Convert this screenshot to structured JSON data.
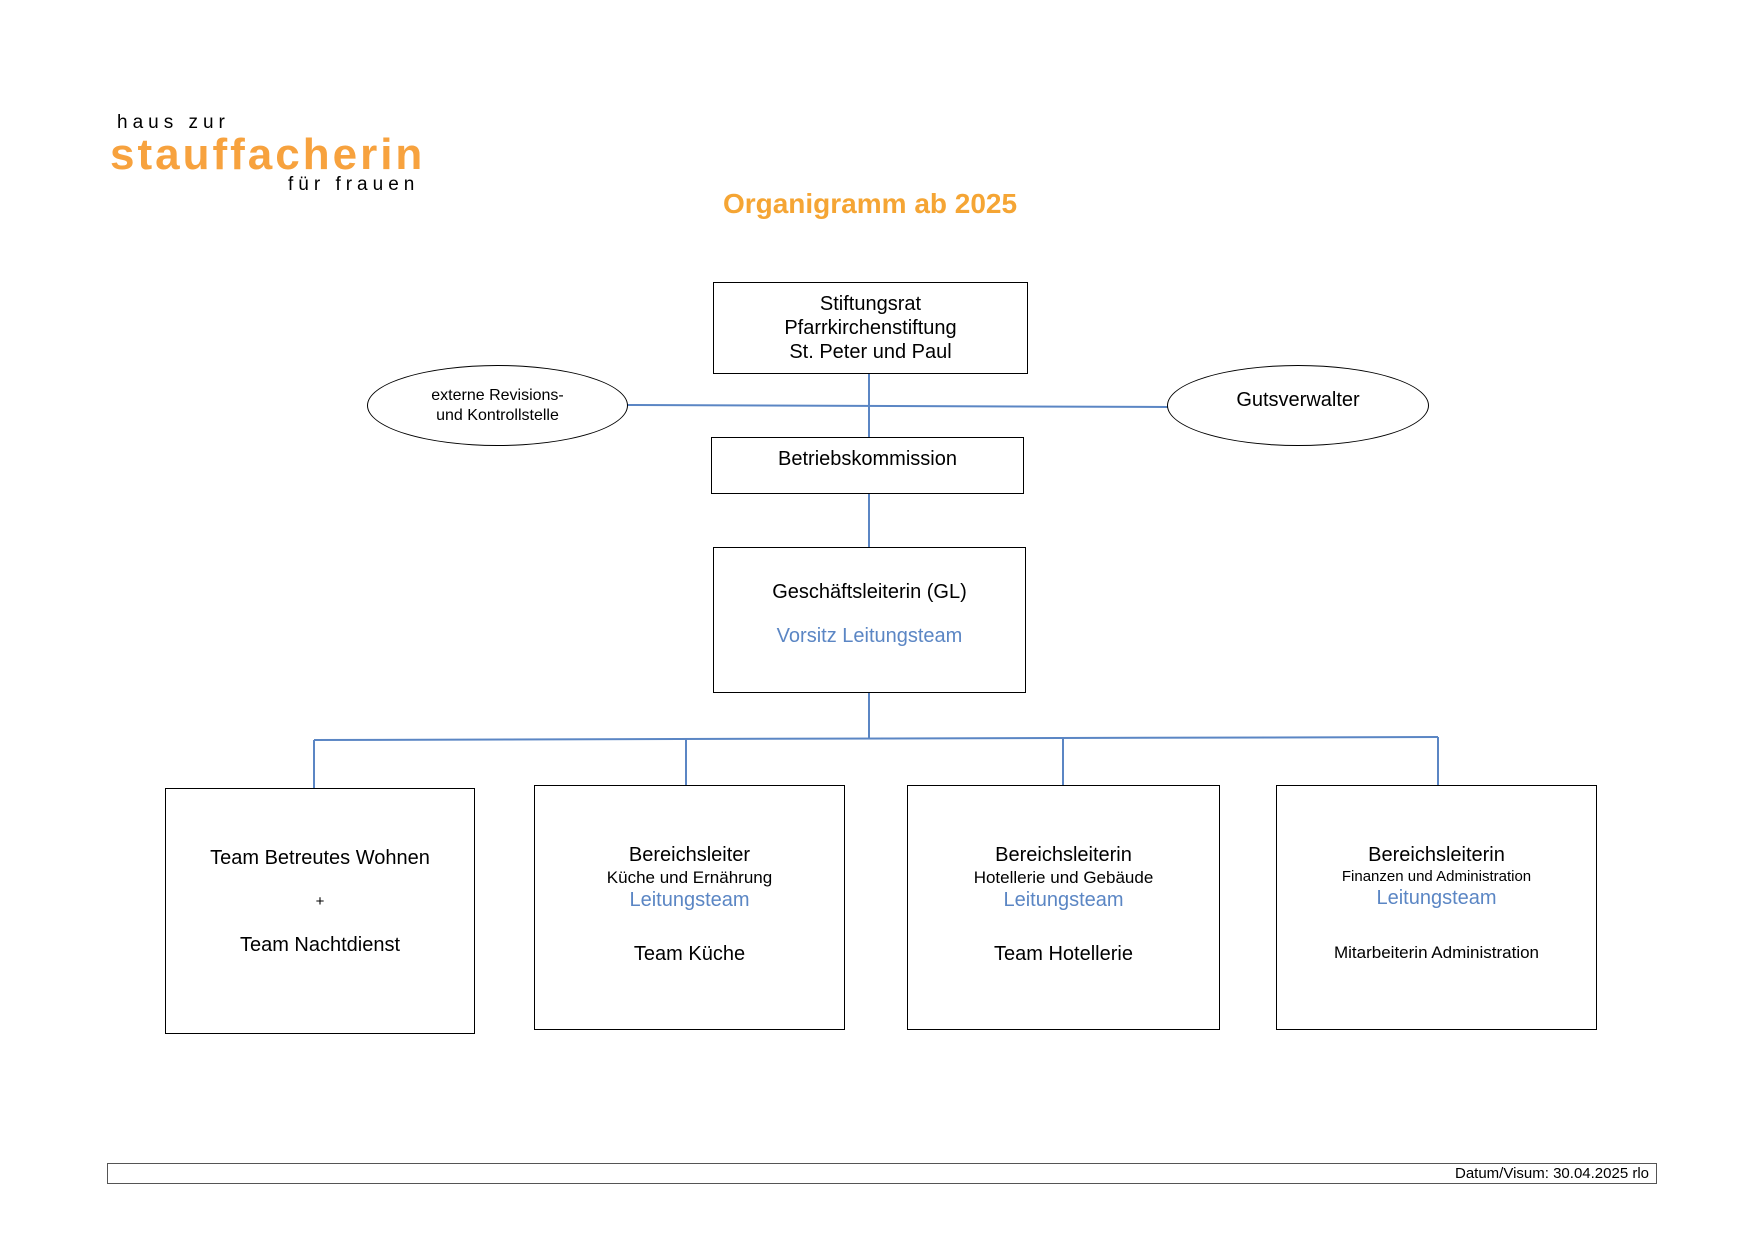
{
  "logo": {
    "line1": "haus zur",
    "line2": "stauffacherin",
    "line3": "für frauen"
  },
  "title": "Organigramm ab 2025",
  "stiftungsrat": {
    "line1": "Stiftungsrat",
    "line2": "Pfarrkirchenstiftung",
    "line3": "St. Peter und Paul"
  },
  "revision": {
    "line1": "externe Revisions-",
    "line2": "und Kontrollstelle"
  },
  "gutsverwalter": "Gutsverwalter",
  "betriebskommission": "Betriebskommission",
  "gl": {
    "title": "Geschäftsleiterin (GL)",
    "role": "Vorsitz Leitungsteam"
  },
  "teams": {
    "wohnen": {
      "line1": "Team Betreutes Wohnen",
      "plus": "+",
      "line2": "Team Nachtdienst"
    },
    "kueche": {
      "title": "Bereichsleiter",
      "subtitle": "Küche und Ernährung",
      "role": "Leitungsteam",
      "team": "Team Küche"
    },
    "hotellerie": {
      "title": "Bereichsleiterin",
      "subtitle": "Hotellerie und Gebäude",
      "role": "Leitungsteam",
      "team": "Team Hotellerie"
    },
    "finanzen": {
      "title": "Bereichsleiterin",
      "subtitle": "Finanzen und Administration",
      "role": "Leitungsteam",
      "team": "Mitarbeiterin Administration"
    }
  },
  "footer": "Datum/Visum: 30.04.2025 rlo",
  "colors": {
    "accent_orange": "#f5a534",
    "connector_blue": "#5b86c4",
    "role_blue": "#5b86c4"
  }
}
